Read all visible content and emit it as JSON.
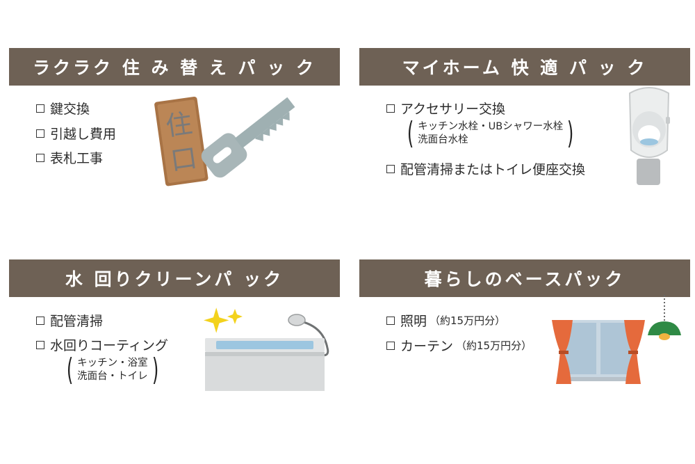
{
  "cards": [
    {
      "title": "ラクラク 住 み 替 え パ ッ ク",
      "items": [
        "鍵交換",
        "引越し費用",
        "表札工事"
      ],
      "nameplate_text": "住口"
    },
    {
      "title": "マイホーム 快 適 パ ッ ク",
      "items": [
        "アクセサリー交換",
        "配管清掃またはトイレ便座交換"
      ],
      "note_lines": [
        "キッチン水栓・UBシャワー水栓",
        "洗面台水栓"
      ]
    },
    {
      "title": "水 回りクリーンパ ック",
      "items": [
        "配管清掃",
        "水回りコーティング"
      ],
      "note_lines": [
        "キッチン・浴室",
        "洗面台・トイレ"
      ]
    },
    {
      "title": "暮らしのベースパック",
      "items": [
        "照明",
        "カーテン"
      ],
      "item_notes": [
        "（約15万円分）",
        "（約15万円分）"
      ]
    }
  ],
  "colors": {
    "header": "#6e6155",
    "curtain": "#e56a3c",
    "lamp": "#2f8a45",
    "water": "#9cc6e0"
  }
}
